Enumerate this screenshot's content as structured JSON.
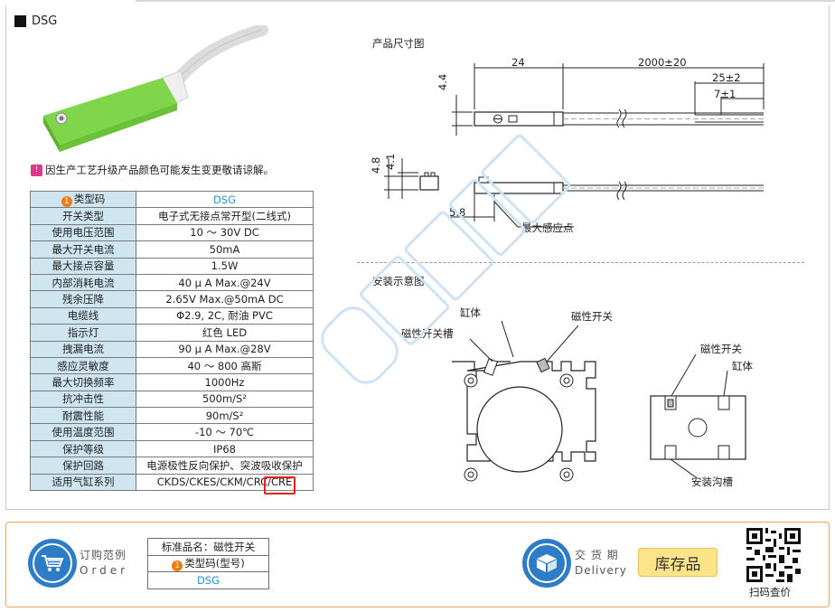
{
  "section_title": "DSG",
  "note": "因生产工艺升级产品颜色可能发生变更敬请谅解。",
  "spec_table": [
    {
      "k": "类型码",
      "v": "DSG"
    },
    {
      "k": "开关类型",
      "v": "电子式无接点常开型(二线式)"
    },
    {
      "k": "使用电压范围",
      "v": "10 ～ 30V DC"
    },
    {
      "k": "最大开关电流",
      "v": "50mA"
    },
    {
      "k": "最大接点容量",
      "v": "1.5W"
    },
    {
      "k": "内部消耗电流",
      "v": "40 μ A Max.@24V"
    },
    {
      "k": "残余压降",
      "v": "2.65V Max.@50mA DC"
    },
    {
      "k": "电缆线",
      "v": "Φ2.9, 2C, 耐油 PVC"
    },
    {
      "k": "指示灯",
      "v": "红色 LED"
    },
    {
      "k": "拽漏电流",
      "v": "90 μ A Max.@28V"
    },
    {
      "k": "感应灵敏度",
      "v": "40 ～ 800 高斯"
    },
    {
      "k": "最大切换频率",
      "v": "1000Hz"
    },
    {
      "k": "抗冲击性",
      "v": "500m/S²"
    },
    {
      "k": "耐震性能",
      "v": "90m/S²"
    },
    {
      "k": "使用温度范围",
      "v": "-10 ～ 70℃"
    },
    {
      "k": "保护等级",
      "v": "IP68"
    },
    {
      "k": "保护回路",
      "v": "电源极性反向保护、突波吸收保护"
    },
    {
      "k": "适用气缸系列",
      "v": "CKDS/CKES/CKM/CRC/CRE"
    }
  ],
  "badge_number": "1",
  "dimension_drawing": {
    "title": "产品尺寸图",
    "dim_24": "24",
    "dim_2000": "2000±20",
    "dim_25": "25±2",
    "dim_7": "7±1",
    "dim_4_4": "4.4",
    "dim_4_8": "4.8",
    "dim_4_1": "4.1",
    "dim_5_8": "5.8",
    "sense_point": "最大感应点"
  },
  "install_drawing": {
    "title": "安装示意图",
    "cylinder_body_1": "缸体",
    "switch_1": "磁性开关",
    "switch_slot": "磁性开关槽",
    "switch_2": "磁性开关",
    "cylinder_body_2": "缸体",
    "install_groove": "安装沟槽"
  },
  "order": {
    "cn": "订购范例",
    "en": "Order",
    "std_name": "标准品名：磁性开关",
    "type_label": "类型码(型号)",
    "type_value": "DSG"
  },
  "delivery": {
    "cn": "交 货 期",
    "en": "Delivery",
    "stock": "库存品"
  },
  "qr_label": "扫码查价",
  "colors": {
    "accent_blue": "#2d7cc8",
    "table_header": "#cfe6f1",
    "highlight_red": "#e2231a",
    "stock_yellow": "#fbe48a",
    "product_green": "#7fd64a"
  }
}
